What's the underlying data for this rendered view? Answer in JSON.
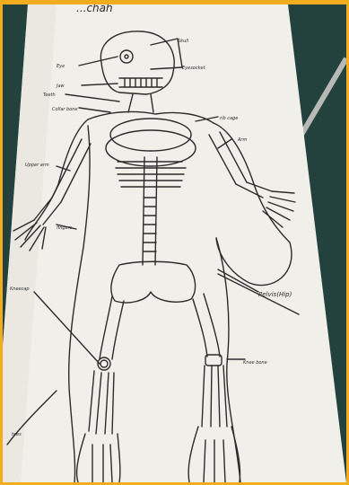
{
  "photo": {
    "subject": "hand-drawn-skeleton-on-paper",
    "colors": {
      "border": "#f2ad1f",
      "carpet": "#23423d",
      "paper": "#f1efe9",
      "ink": "#2b2b2b"
    }
  },
  "labels": {
    "top": "...chah",
    "eye": "Eye",
    "skull": "Skull",
    "eyesocket": "Eyesocket",
    "jaw": "Jaw",
    "teeth": "Teeth",
    "collarbone": "Collar bone",
    "ribcage": "rib cage",
    "arm": "Arm",
    "upperarm": "Upper arm",
    "fingers": "fingers",
    "pelvis": "Pelvis(Hip)",
    "kneecap": "Kneecap",
    "knee": "Knee bone",
    "toes": "toes"
  }
}
